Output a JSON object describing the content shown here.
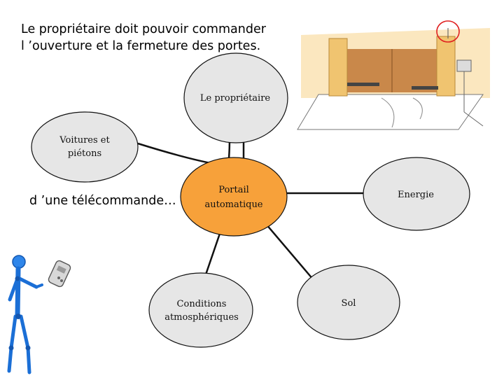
{
  "heading": {
    "line1": "Le propriétaire doit pouvoir commander",
    "line2": "l ’ouverture et la fermeture des portes."
  },
  "context_label": "d ’une télécommande…",
  "nodes": {
    "proprietaire": {
      "label": "Le propriétaire"
    },
    "voitures": {
      "line1": "Voitures et",
      "line2": "piétons"
    },
    "portail": {
      "line1": "Portail",
      "line2": "automatique"
    },
    "energie": {
      "label": "Energie"
    },
    "conditions": {
      "line1": "Conditions",
      "line2": "atmosphériques"
    },
    "sol": {
      "label": "Sol"
    }
  },
  "colors": {
    "node_fill": "#e6e6e6",
    "center_fill": "#f7a13a",
    "outline": "#111111",
    "gate": "#c9884a",
    "pillar": "#f0c470",
    "figure_blue": "#1b6fd6",
    "marker_red": "#e02020"
  }
}
